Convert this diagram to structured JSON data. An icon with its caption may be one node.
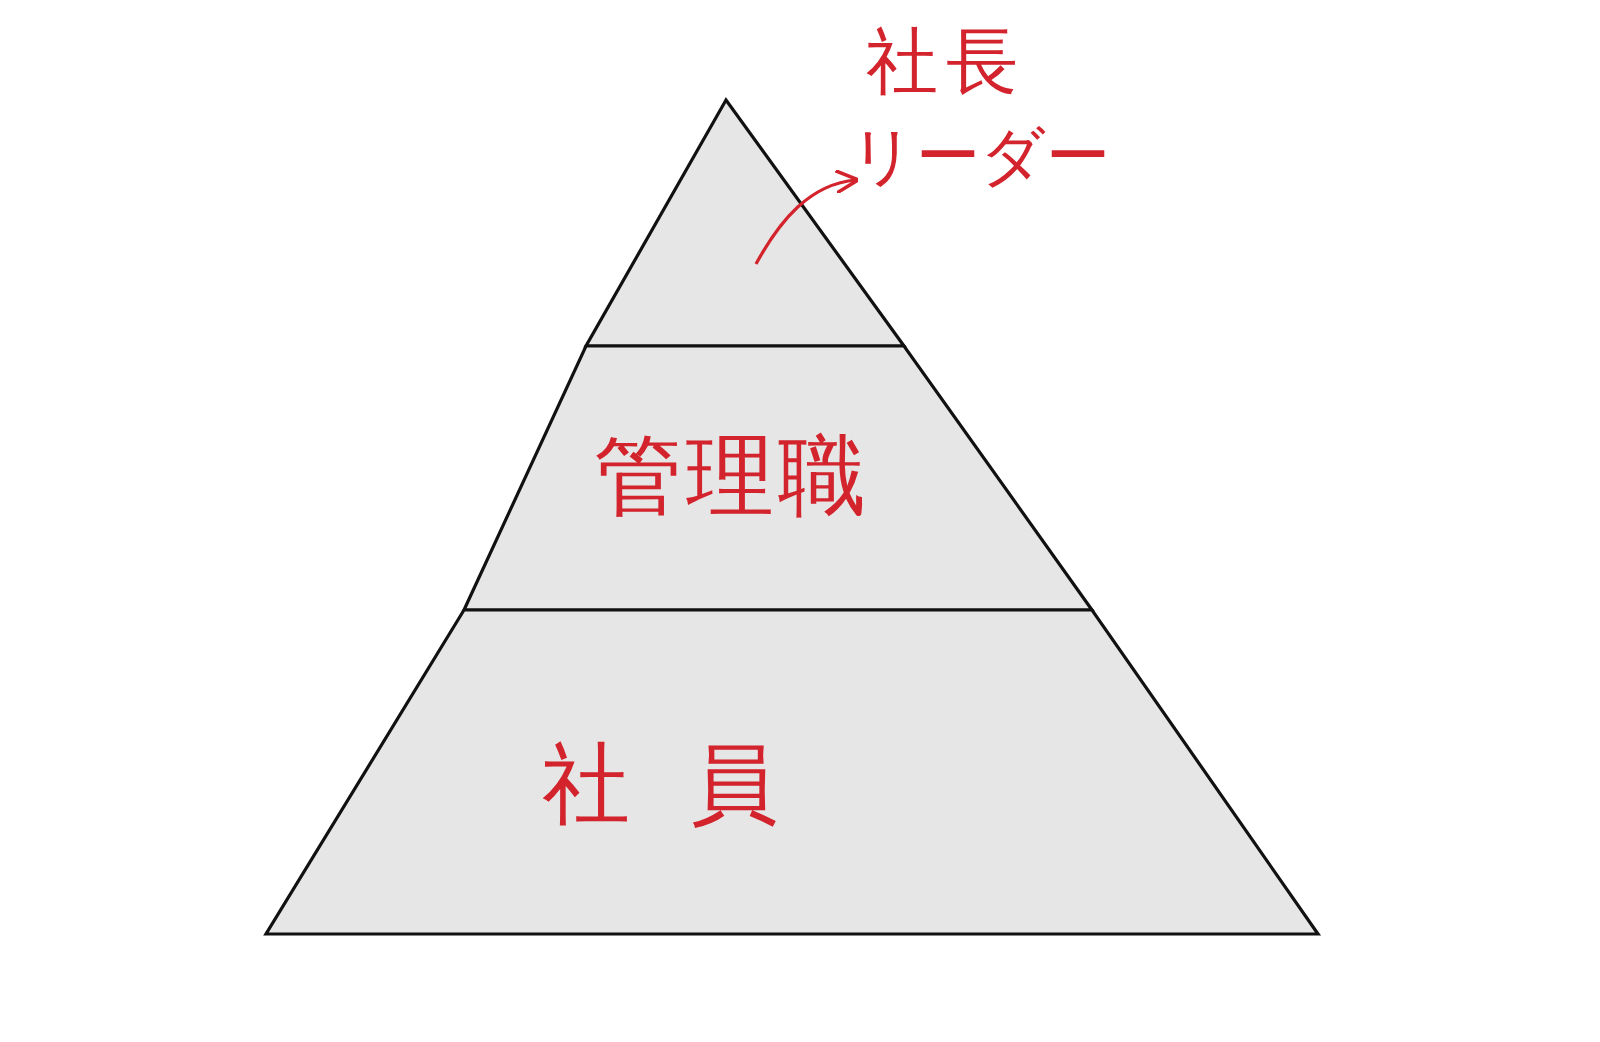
{
  "diagram": {
    "nodes": [
      {
        "text": [],
        "shape": "triangle"
      },
      {
        "text": [
          "社長",
          "リーダー"
        ]
      },
      {
        "text": [
          "管理職"
        ]
      },
      {
        "text": [
          "社員"
        ]
      }
    ],
    "edges": [
      {
        "from": 0,
        "to": 1,
        "arrow": "to"
      }
    ]
  }
}
